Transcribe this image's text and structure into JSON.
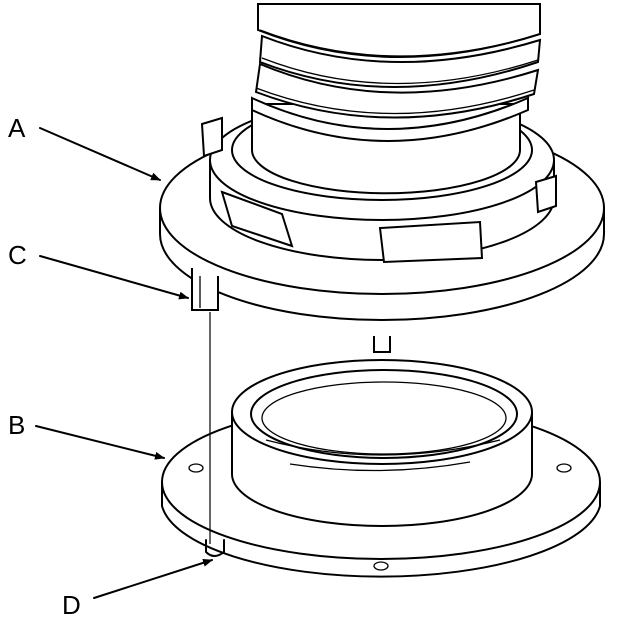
{
  "callouts": [
    {
      "id": "A",
      "label": "A"
    },
    {
      "id": "B",
      "label": "B"
    },
    {
      "id": "C",
      "label": "C"
    },
    {
      "id": "D",
      "label": "D"
    }
  ],
  "colors": {
    "line": "#000000",
    "background": "#ffffff"
  }
}
